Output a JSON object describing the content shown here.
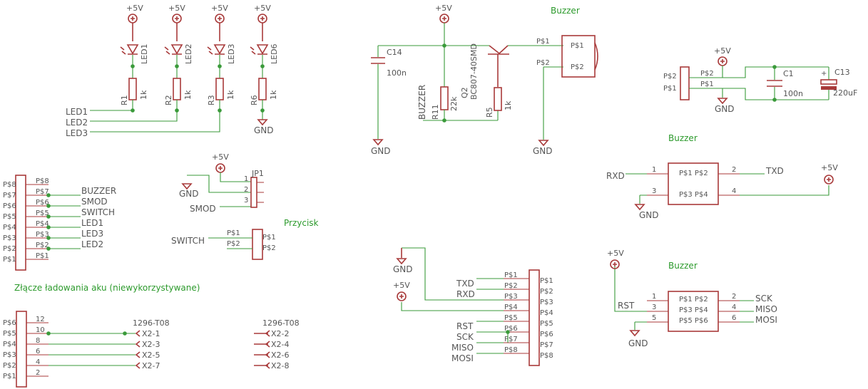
{
  "power": {
    "vcc": "+5V",
    "gnd": "GND"
  },
  "leds": {
    "names": [
      "LED1",
      "LED2",
      "LED3",
      "LED6"
    ],
    "resistors": [
      "R1",
      "R2",
      "R3",
      "R6"
    ],
    "value": "1k",
    "nets": [
      "LED1",
      "LED2",
      "LED3"
    ]
  },
  "buzzer_driver": {
    "cap": "C14",
    "cap_value": "100n",
    "r11": "R11",
    "r11_value": "22k",
    "q2": "Q2",
    "q2_part": "BC807-40SMD",
    "r5": "R5",
    "r5_value": "1k",
    "net": "BUZZER",
    "title": "Buzzer",
    "pins": [
      "P$1",
      "P$2"
    ]
  },
  "supply": {
    "c1": "C1",
    "c1_value": "100n",
    "c13": "C13",
    "c13_value": "220uF",
    "pins": [
      "P$2",
      "P$1"
    ]
  },
  "conn8": {
    "pins": [
      "P$8",
      "P$7",
      "P$6",
      "P$5",
      "P$4",
      "P$3",
      "P$2",
      "P$1"
    ],
    "nets": [
      "BUZZER",
      "SMOD",
      "SWITCH",
      "LED1",
      "LED3",
      "LED2"
    ]
  },
  "jp1": {
    "name": "JP1",
    "pins": [
      "1",
      "2",
      "3"
    ],
    "smod": "SMOD"
  },
  "button": {
    "title": "Przycisk",
    "net": "SWITCH",
    "pins": [
      "P$1",
      "P$2"
    ],
    "side_pins": [
      "P$1",
      "P$2"
    ]
  },
  "charging": {
    "title": "Złącze ładowania aku (niewykorzystywane)",
    "pins": [
      "P$6",
      "P$5",
      "P$4",
      "P$3",
      "P$2",
      "P$1"
    ],
    "numbers": [
      "12",
      "10",
      "8",
      "6",
      "4",
      "2"
    ],
    "part": "1296-T08",
    "left_x": [
      "X2-1",
      "X2-3",
      "X2-5",
      "X2-7"
    ],
    "right_x": [
      "X2-2",
      "X2-4",
      "X2-6",
      "X2-8"
    ]
  },
  "serial4": {
    "title": "Buzzer",
    "rxd": "RXD",
    "txd": "TXD",
    "nums": [
      "1",
      "2",
      "3",
      "4"
    ],
    "inner": [
      "P$1 P$2",
      "P$3 P$4"
    ]
  },
  "isp6": {
    "title": "Buzzer",
    "nets": [
      "RST",
      "SCK",
      "MISO",
      "MOSI"
    ],
    "nums": [
      "1",
      "2",
      "3",
      "4",
      "5",
      "6"
    ],
    "inner": [
      "P$1 P$2",
      "P$3 P$4",
      "P$5 P$6"
    ]
  },
  "header8": {
    "nets": [
      "TXD",
      "RXD",
      "RST",
      "SCK",
      "MISO",
      "MOSI"
    ],
    "pins": [
      "P$1",
      "P$2",
      "P$3",
      "P$4",
      "P$5",
      "P$6",
      "P$7",
      "P$8"
    ]
  }
}
